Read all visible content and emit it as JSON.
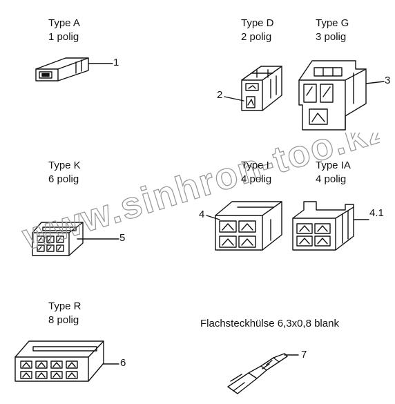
{
  "parts": [
    {
      "type": "Type A",
      "poles": "1 polig",
      "number": "1"
    },
    {
      "type": "Type D",
      "poles": "2 polig",
      "number": "2"
    },
    {
      "type": "Type G",
      "poles": "3 polig",
      "number": "3"
    },
    {
      "type": "Type K",
      "poles": "6 polig",
      "number": "5"
    },
    {
      "type": "Type I",
      "poles": "4 polig",
      "number": "4"
    },
    {
      "type": "Type IA",
      "poles": "4 polig",
      "number": "4.1"
    },
    {
      "type": "Type R",
      "poles": "8 polig",
      "number": "6"
    }
  ],
  "terminal": {
    "caption": "Flachsteckhülse 6,3x0,8 blank",
    "number": "7"
  },
  "watermark": "www.sinhron-too.kz"
}
